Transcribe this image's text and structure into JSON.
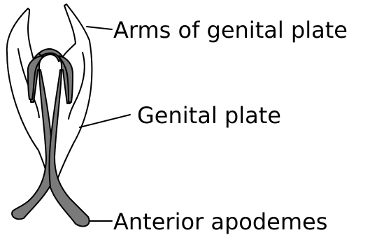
{
  "labels": {
    "arms": "Arms of genital plate",
    "plate": "Genital plate",
    "apodemes": "Anterior apodemes"
  },
  "colors": {
    "structure_fill": "#7a7a7a",
    "outline": "#000000",
    "background": "#ffffff"
  }
}
